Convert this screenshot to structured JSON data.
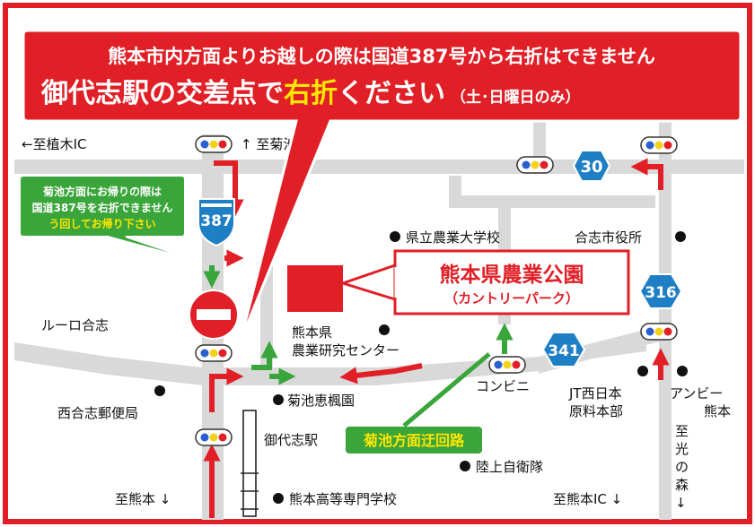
{
  "banner": {
    "line1": "熊本市内方面よりお越しの際は国道387号から右折はできません",
    "line2_a": "御代志駅の交差点で",
    "line2_b": "右折",
    "line2_c": "ください",
    "line2_note": "（土･日曜日のみ）"
  },
  "notice": {
    "line1": "菊池方面にお帰りの際は",
    "line2": "国道387号を右折できません",
    "line3": "う回してお帰り下さい"
  },
  "route_signs": {
    "r387": "387",
    "r30": "30",
    "r316": "316",
    "r341": "341"
  },
  "no_entry_sign": "no-entry",
  "park": {
    "title": "熊本県農業公園",
    "subtitle": "（カントリーパーク）"
  },
  "detour_label": "菊池方面迂回路",
  "labels": {
    "to_ueki": "←至植木IC",
    "to_kikuchi": "↑ 至菊池",
    "pref_univ": "県立農業大学校",
    "koshi_office": "合志市役所",
    "rooro": "ルーロ合志",
    "research_1": "熊本県",
    "research_2": "農業研究センター",
    "nishi_post": "西合志郵便局",
    "kikuchi_keifuen": "菊池恵楓園",
    "conveni": "コンビニ",
    "jt_1": "JT西日本",
    "jt_2": "原料本部",
    "ambe_1": "アンビー",
    "ambe_2": "熊本",
    "miyoshi_station": "御代志駅",
    "gsdf": "陸上自衛隊",
    "kumamoto_college": "熊本高等専門学校",
    "to_kumamoto": "至熊本 ↓",
    "to_kumamoto_ic": "至熊本IC ↓",
    "to_hikarinomori_1": "至",
    "to_hikarinomori_2": "光",
    "to_hikarinomori_3": "の",
    "to_hikarinomori_4": "森",
    "to_hikarinomori_5": "↓"
  },
  "colors": {
    "frame": "#e01f26",
    "road": "#d9d9d9",
    "route_arrow": "#e01f26",
    "detour_arrow": "#3aa53a",
    "route_sign": "#1f7fc4",
    "banner_yellow": "#ffe600"
  }
}
